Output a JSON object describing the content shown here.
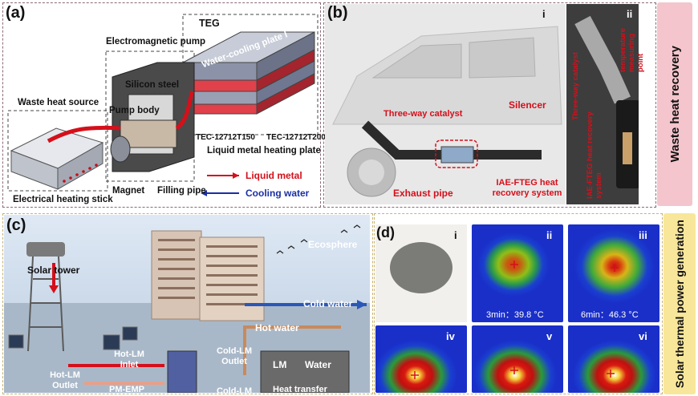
{
  "panel_a": {
    "label": "(a)",
    "teg": "TEG",
    "electromagnetic_pump": "Electromagnetic pump",
    "water_cooling_plate": "Water-cooling plate I",
    "silicon_steel": "Silicon steel",
    "waste_heat_source": "Waste heat source",
    "pump_body": "Pump body",
    "tec1": "TEC-12712T150",
    "tec2": "TEC-12712T200",
    "liquid_metal_heating_plate": "Liquid metal heating plate",
    "magnet": "Magnet",
    "filling_pipe": "Filling pipe",
    "electrical_heating_stick": "Electrical heating stick",
    "legend_liquid_metal": "Liquid metal",
    "legend_cooling_water": "Cooling water"
  },
  "panel_b": {
    "label": "(b)",
    "sub_i": "i",
    "sub_ii": "ii",
    "three_way_catalyst": "Three-way catalyst",
    "silencer": "Silencer",
    "exhaust_pipe": "Exhaust pipe",
    "iae_system": "IAE-FTEG heat recovery system",
    "ii_three_way_catalyst": "Three-way catalyst",
    "ii_temperature_point": "temperature measuring point",
    "ii_iae_system": "IAE-FTEG heat recovery system"
  },
  "sidebar_top": "Waste heat recovery",
  "panel_c": {
    "label": "(c)",
    "solar_tower": "Solar tower",
    "ecosphere": "Ecosphere",
    "cold_water": "Cold water",
    "hot_water": "Hot water",
    "hot_lm_inlet": "Hot-LM Inlet",
    "hot_lm_outlet": "Hot-LM Outlet",
    "cold_lm_outlet": "Cold-LM Outlet",
    "cold_lm": "Cold-LM",
    "lm": "LM",
    "water": "Water",
    "heat_transfer": "Heat transfer",
    "pm_emp": "PM-EMP"
  },
  "panel_d": {
    "label": "(d)",
    "sub_i": "i",
    "sub_ii": "ii",
    "sub_iii": "iii",
    "sub_iv": "iv",
    "sub_v": "v",
    "sub_vi": "vi",
    "caption_ii": "3min：39.8 °C",
    "caption_iii": "6min：46.3 °C"
  },
  "sidebar_bottom": "Solar thermal power generation",
  "colors": {
    "liquid_metal": "#d4101b",
    "cooling_water": "#1a2fa3",
    "sidebar_top_bg": "#f4c5cc",
    "sidebar_bottom_bg": "#f8e79a"
  }
}
